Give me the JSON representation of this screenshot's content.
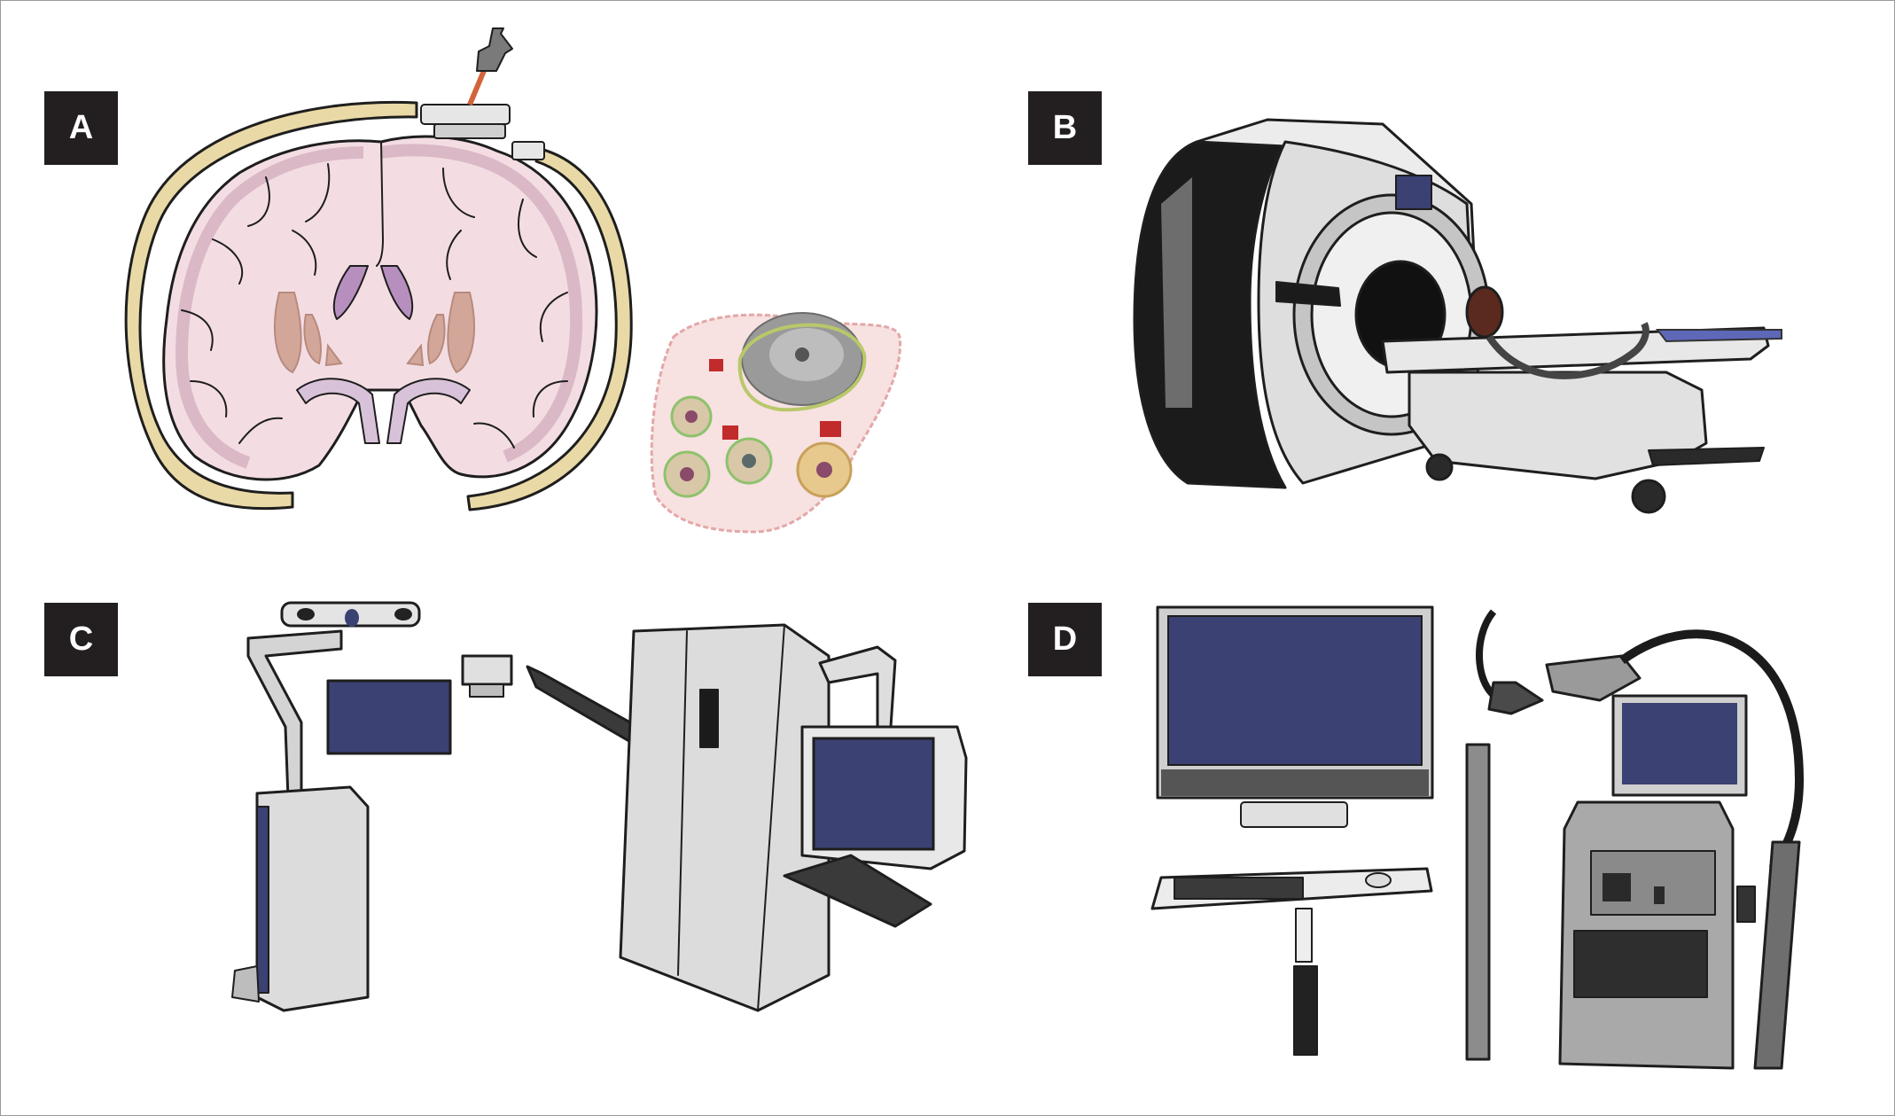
{
  "panels": {
    "a": {
      "label": "A"
    },
    "b": {
      "label": "B"
    },
    "c": {
      "label": "C"
    },
    "d": {
      "label": "D"
    }
  },
  "colors": {
    "label_bg": "#231f20",
    "label_text": "#ffffff",
    "skull": "#e9d9a6",
    "brain": "#f3dde3",
    "brain_gray": "#dbb8c6",
    "basal_ganglia": "#d2a79a",
    "ventricle": "#b78fbf",
    "screen": "#3b4173",
    "device_gray": "#dcdcdc",
    "mri_black": "#1b1b1b",
    "probe_tip": "#d2643c"
  },
  "icons": [
    "brain-cross-section",
    "laser-probe",
    "tissue-cells",
    "mri-scanner",
    "neuronavigation-tower",
    "surgical-robot-cabinet",
    "workstation-monitor",
    "keyboard",
    "ultrasound-cart"
  ]
}
